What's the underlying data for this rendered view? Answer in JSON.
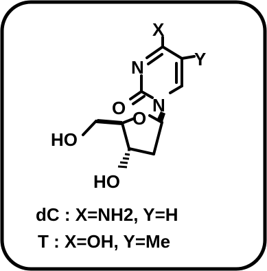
{
  "colors": {
    "stroke": "#000000",
    "background": "#ffffff"
  },
  "structure": {
    "atoms": {
      "x_label": "X",
      "y_label": "Y",
      "n3_label": "N",
      "n1_label": "N",
      "carbonyl_o_label": "O",
      "ring_o_label": "O",
      "ho_top_label": "HO",
      "ho_bottom_label": "HO"
    }
  },
  "caption": {
    "line1": "dC : X=NH2, Y=H",
    "line2": "T : X=OH, Y=Me"
  }
}
